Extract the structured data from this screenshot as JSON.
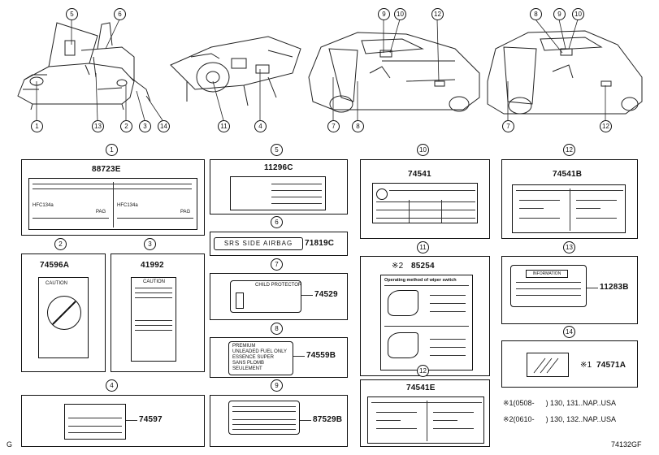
{
  "callouts": {
    "c1": "1",
    "c2": "2",
    "c3": "3",
    "c4": "4",
    "c5": "5",
    "c6": "6",
    "c7": "7",
    "c8": "8",
    "c9": "9",
    "c10": "10",
    "c11": "11",
    "c12": "12",
    "c13": "13",
    "c14": "14"
  },
  "parts": {
    "p1": "88723E",
    "p2": "74596A",
    "p3": "41992",
    "p4": "74597",
    "p5": "11296C",
    "p6": "71819C",
    "p7": "74529",
    "p8": "74559B",
    "p9": "87529B",
    "p10": "74541",
    "p11": "85254",
    "p12a": "74541E",
    "p12b": "74541B",
    "p13": "11283B",
    "p14": "74571A"
  },
  "label_text": {
    "srs": "SRS SIDE AIRBAG",
    "child": "CHILD PROTECTOR",
    "fuel1": "PREMIUM",
    "fuel2": "UNLEADED FUEL ONLY",
    "fuel3": "ESSENCE SUPER",
    "fuel4": "SANS PLOMB",
    "fuel5": "SEULEMENT",
    "wiper": "Operating method of wiper switch",
    "info": "INFORMATION",
    "ac1": "HFC134a",
    "ac2": "HFC134a",
    "pag1": "PAG",
    "pag2": "PAG",
    "caution": "CAUTION",
    "mark11": "※2",
    "mark14": "※1"
  },
  "notes": {
    "n1_mark": "※1",
    "n1_range": "(0508-",
    "n1_tail": ") 130, 131..NAP..USA",
    "n2_mark": "※2",
    "n2_range": "(0610-",
    "n2_tail": ") 130, 132..NAP..USA"
  },
  "corner": {
    "left": "G",
    "right": "74132GF"
  }
}
